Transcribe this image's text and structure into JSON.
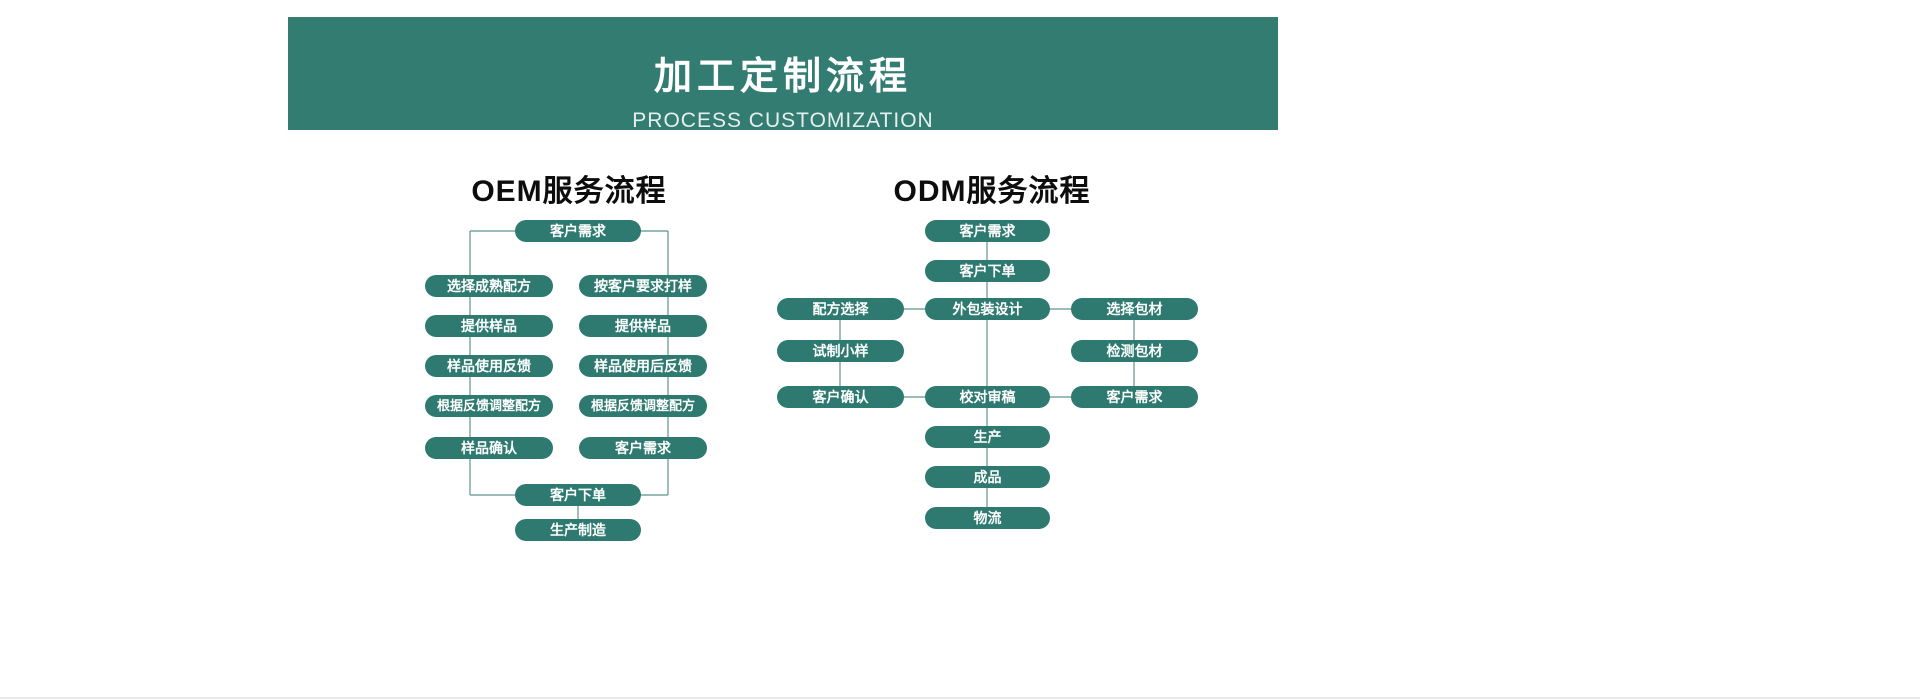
{
  "banner": {
    "title": "加工定制流程",
    "subtitle": "PROCESS CUSTOMIZATION"
  },
  "oem": {
    "title": "OEM服务流程",
    "top": "客户需求",
    "left_column": [
      "选择成熟配方",
      "提供样品",
      "样品使用反馈",
      "根据反馈调整配方",
      "样品确认"
    ],
    "right_column": [
      "按客户要求打样",
      "提供样品",
      "样品使用后反馈",
      "根据反馈调整配方",
      "客户需求"
    ],
    "bottom": [
      "客户下单",
      "生产制造"
    ]
  },
  "odm": {
    "title": "ODM服务流程",
    "center_column": [
      "客户需求",
      "客户下单",
      "外包装设计",
      "校对审稿",
      "生产",
      "成品",
      "物流"
    ],
    "left_branch": [
      "配方选择",
      "试制小样",
      "客户确认"
    ],
    "right_branch": [
      "选择包材",
      "检测包材",
      "客户需求"
    ]
  },
  "colors": {
    "banner_bg": "#337c72",
    "node_bg": "#2e7a70",
    "line": "#5d948c"
  }
}
